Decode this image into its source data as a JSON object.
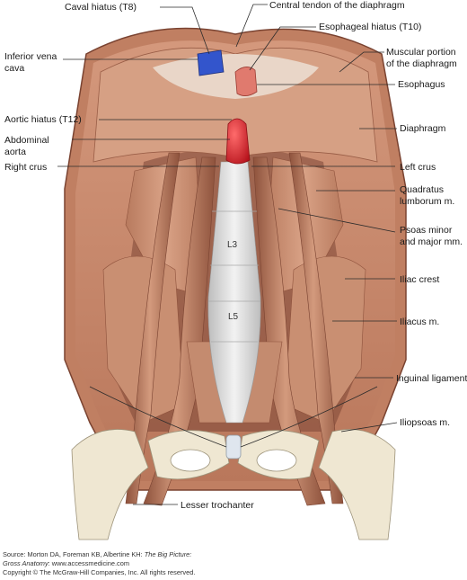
{
  "figure": {
    "labels": {
      "caval_hiatus": "Caval hiatus (T8)",
      "central_tendon": "Central tendon of the diaphragm",
      "esophageal_hiatus": "Esophageal hiatus (T10)",
      "inferior_vena_cava_1": "Inferior vena",
      "inferior_vena_cava_2": "cava",
      "muscular_portion_1": "Muscular portion",
      "muscular_portion_2": "of the diaphragm",
      "esophagus": "Esophagus",
      "aortic_hiatus": "Aortic hiatus (T12)",
      "abdominal_aorta_1": "Abdominal",
      "abdominal_aorta_2": "aorta",
      "diaphragm": "Diaphragm",
      "right_crus": "Right crus",
      "left_crus": "Left crus",
      "quadratus_1": "Quadratus",
      "quadratus_2": "lumborum m.",
      "psoas_1": "Psoas minor",
      "psoas_2": "and major mm.",
      "iliac_crest": "Iliac crest",
      "iliacus": "Iliacus m.",
      "inguinal_ligament": "Inguinal ligament",
      "iliopsoas": "Iliopsoas m.",
      "lesser_trochanter": "Lesser trochanter",
      "vertebra_l3": "L3",
      "vertebra_l5": "L5"
    },
    "colors": {
      "muscle": "#c98f72",
      "muscle_dark": "#9a5e47",
      "tendon": "#e9ddd2",
      "bone": "#f0ead6",
      "vena_cava": "#3355cc",
      "aorta": "#d9262f",
      "esophagus": "#e07a6e",
      "spine": "#d8d8d8"
    }
  },
  "credits": {
    "source_prefix": "Source: Morton DA, Foreman KB, Albertine KH: ",
    "source_title_1": "The Big Picture:",
    "source_title_2": "Gross Anatomy",
    "source_url": ": www.accessmedicine.com",
    "copyright": "Copyright © The McGraw-Hill Companies, Inc. All rights reserved."
  }
}
